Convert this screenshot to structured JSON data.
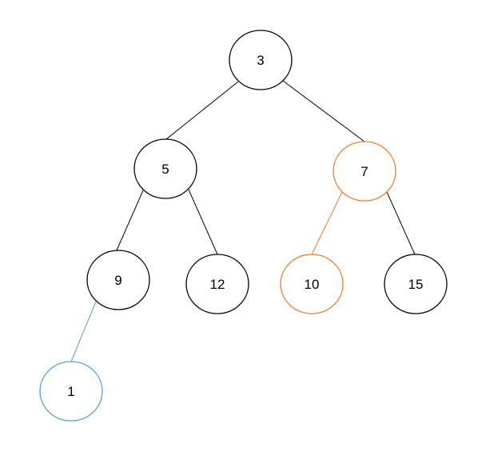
{
  "diagram": {
    "type": "binary-tree",
    "colors": {
      "default": "#000000",
      "orange": "#ED7D31",
      "blue": "#5B9BD5",
      "background": "#FFFFFF"
    },
    "nodes": [
      {
        "id": "n3",
        "label": "3",
        "color": "default"
      },
      {
        "id": "n5",
        "label": "5",
        "color": "default"
      },
      {
        "id": "n7",
        "label": "7",
        "color": "orange"
      },
      {
        "id": "n9",
        "label": "9",
        "color": "default"
      },
      {
        "id": "n12",
        "label": "12",
        "color": "default"
      },
      {
        "id": "n10",
        "label": "10",
        "color": "orange"
      },
      {
        "id": "n15",
        "label": "15",
        "color": "default"
      },
      {
        "id": "n1",
        "label": "1",
        "color": "blue"
      }
    ],
    "edges": [
      {
        "from": "n3",
        "to": "n5",
        "color": "default"
      },
      {
        "from": "n3",
        "to": "n7",
        "color": "default"
      },
      {
        "from": "n5",
        "to": "n9",
        "color": "default"
      },
      {
        "from": "n5",
        "to": "n12",
        "color": "default"
      },
      {
        "from": "n7",
        "to": "n10",
        "color": "orange"
      },
      {
        "from": "n7",
        "to": "n15",
        "color": "default"
      },
      {
        "from": "n9",
        "to": "n1",
        "color": "blue"
      }
    ]
  }
}
